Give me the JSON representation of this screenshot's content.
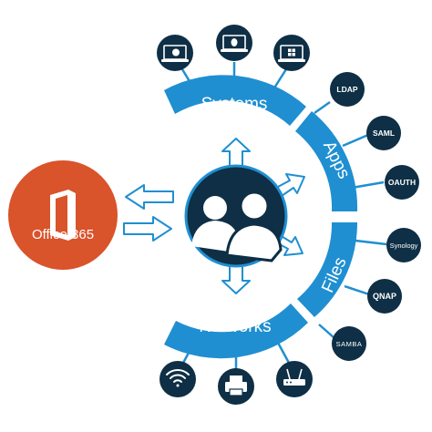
{
  "office": {
    "label": "Office 365"
  },
  "segments": {
    "systems": "Systems",
    "apps": "Apps",
    "files": "Files",
    "networks": "Networks"
  },
  "apps_nodes": {
    "ldap": "LDAP",
    "saml": "SAML",
    "oauth": "OAUTH"
  },
  "files_nodes": {
    "synology": "Synology",
    "qnap": "QNAP",
    "samba": "SAMBA"
  },
  "colors": {
    "accent": "#1f8fd1",
    "dark": "#0e2f45",
    "office": "#d9532b",
    "white": "#ffffff"
  },
  "icons": {
    "systems": [
      "mac-laptop-icon",
      "linux-laptop-icon",
      "windows-laptop-icon"
    ],
    "networks": [
      "wifi-icon",
      "printer-icon",
      "router-icon"
    ],
    "center": "users-icon",
    "office": "office-logo-icon"
  }
}
